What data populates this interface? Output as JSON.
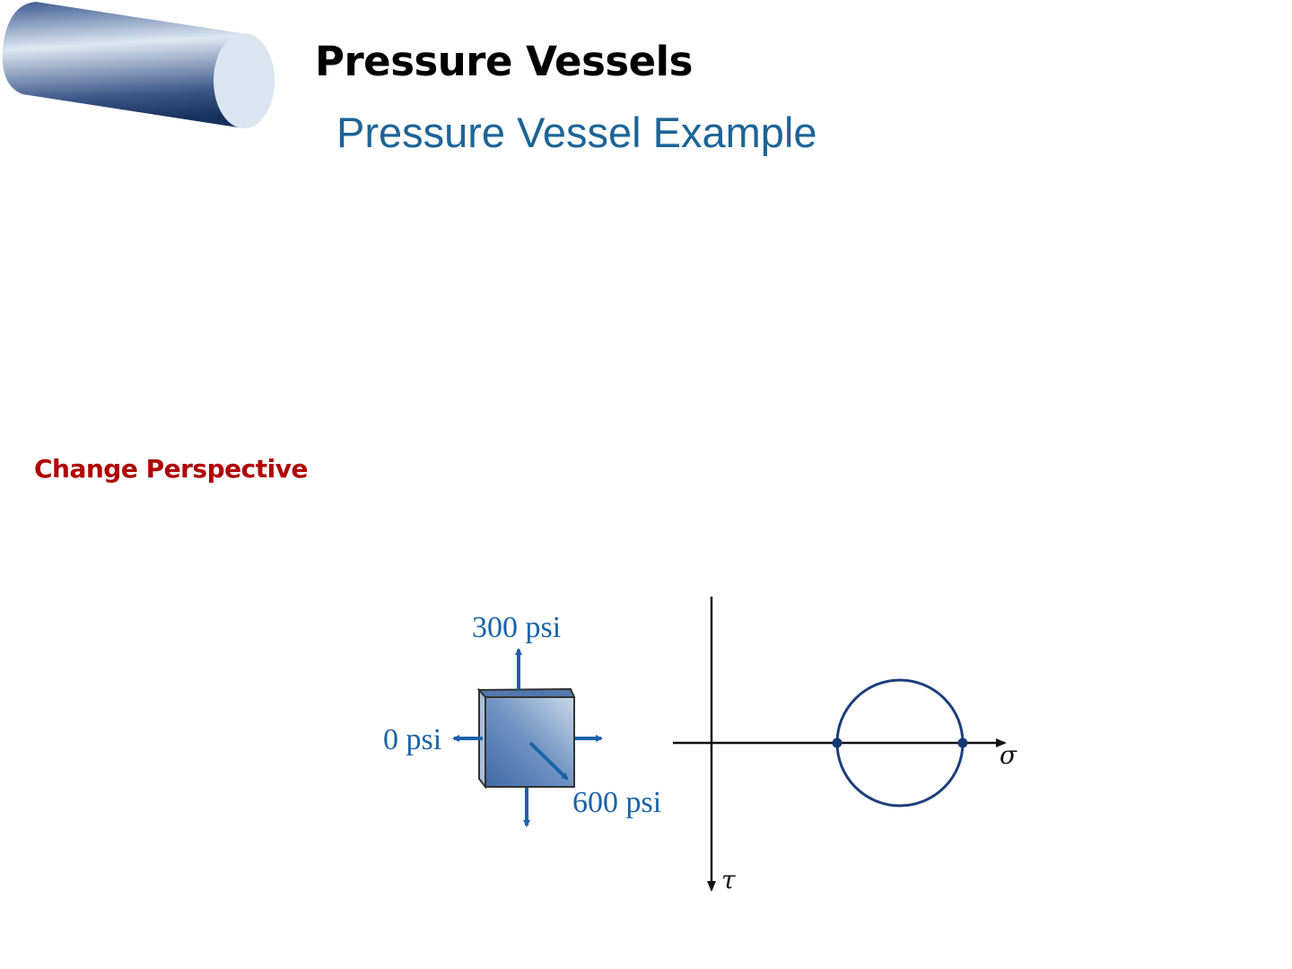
{
  "slide": {
    "title": "Pressure Vessels",
    "subtitle": "Pressure Vessel Example",
    "section_label": "Change Perspective"
  },
  "diagram": {
    "stress_element_labels": {
      "top": "300 psi",
      "left": "0 psi",
      "diagonal": "600 psi"
    },
    "mohr_axes": {
      "horizontal": "σ",
      "vertical": "τ"
    },
    "colors": {
      "arrow": "#1a63a8",
      "circle": "#1b3f7a",
      "title_accent": "#1c6496",
      "section_label": "#b00000"
    }
  }
}
